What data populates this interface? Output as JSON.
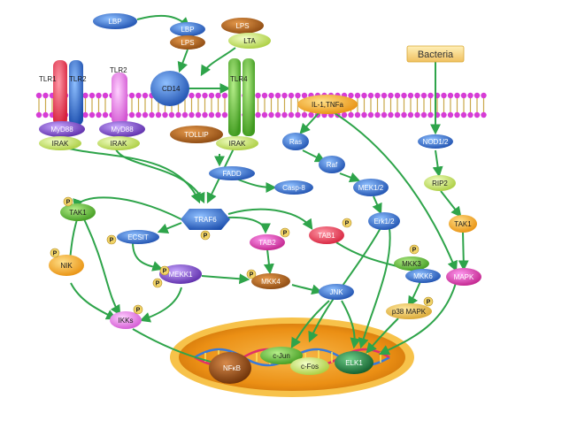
{
  "nodes": {
    "lbp_1": "LBP",
    "lbp_2": "LBP",
    "lps_1": "LPS",
    "lps_2": "LPS",
    "lta": "LTA",
    "bacteria": "Bacteria",
    "tlr1": "TLR1",
    "tlr2_a": "TLR2",
    "tlr2_b": "TLR2",
    "cd14": "CD14",
    "tlr4": "TLR4",
    "il1_tnfa": "IL-1,TNFa",
    "myd88_1": "MyD88",
    "myd88_2": "MyD88",
    "irak_1": "IRAK",
    "irak_2": "IRAK",
    "irak_3": "IRAK",
    "tollip": "TOLLIP",
    "fadd": "FADD",
    "casp8": "Casp-8",
    "ras": "Ras",
    "raf": "Raf",
    "mek12": "MEK1/2",
    "erk12": "Erk1/2",
    "nod12": "NOD1/2",
    "rip2": "RIP2",
    "tak1_right": "TAK1",
    "mapk": "MAPK",
    "tak1_left": "TAK1",
    "traf6": "TRAF6",
    "ecsit": "ECSIT",
    "tab2": "TAB2",
    "tab1": "TAB1",
    "nik": "NIK",
    "mekk1": "MEKK1",
    "mkk4": "MKK4",
    "mkk3": "MKK3",
    "mkk6": "MKK6",
    "jnk": "JNK",
    "p38mapk": "p38 MAPK",
    "ikks": "IKKs",
    "nfkb": "NFκB",
    "cjun": "c-Jun",
    "cfos": "c-Fos",
    "elk1": "ELK1"
  },
  "phospho_label": "P",
  "colors": {
    "arrow": "#2ea44a",
    "membrane_head": "#d63cd6",
    "membrane_tail": "#c9a84a",
    "nucleus_outer": "#f4a522",
    "nucleus_inner": "#e07c10",
    "blue_node": "#1f5fbf",
    "phospho": "#f2d468"
  }
}
